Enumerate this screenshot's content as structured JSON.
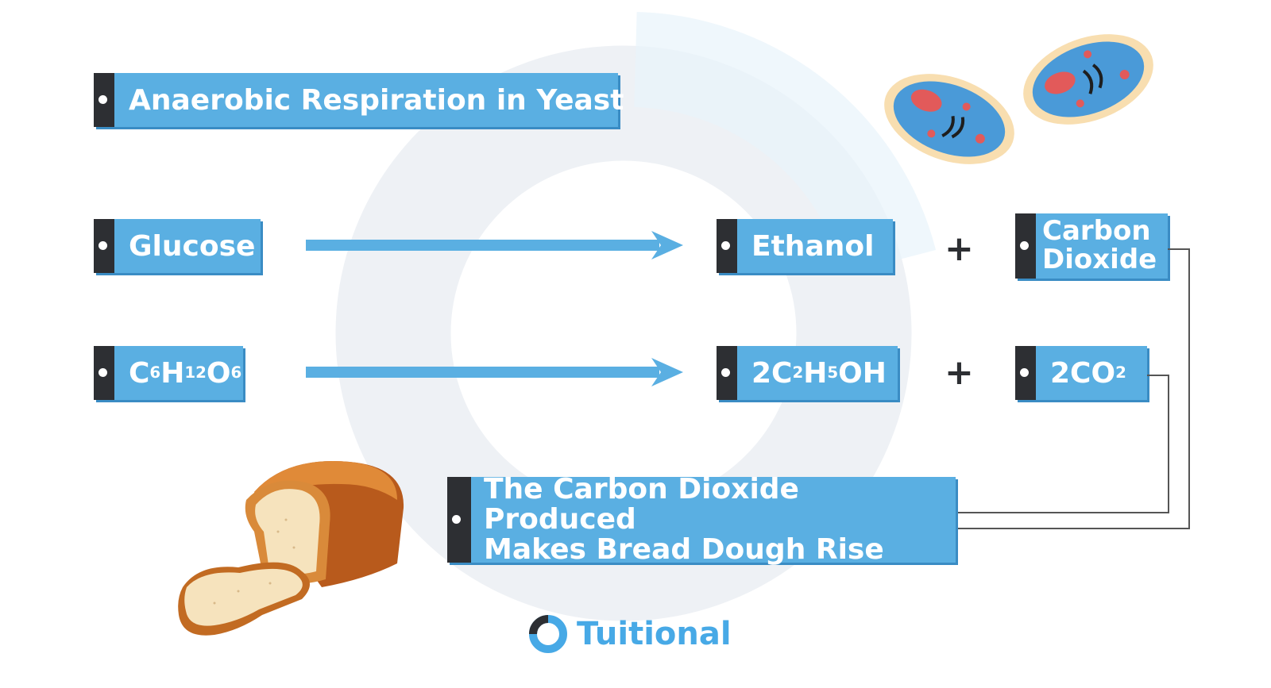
{
  "title": "Anaerobic Respiration in Yeast",
  "word_equation": {
    "reactant": "Glucose",
    "product_1": "Ethanol",
    "plus": "+",
    "product_2_line1": "Carbon",
    "product_2_line2": "Dioxide"
  },
  "chemical_equation": {
    "reactant": {
      "parts": [
        "C",
        "6",
        "H",
        "12",
        "O",
        "6"
      ]
    },
    "product_1": {
      "parts": [
        "2C",
        "2",
        "H",
        "5",
        "OH"
      ]
    },
    "plus": "+",
    "product_2": {
      "parts": [
        "2CO",
        "2"
      ]
    }
  },
  "note_line1": "The Carbon Dioxide Produced",
  "note_line2": "Makes Bread Dough Rise",
  "logo": "Tuitional",
  "colors": {
    "box": "#5aafe2",
    "tab": "#2d2f33",
    "arrow": "#5aafe2",
    "connector": "#555555"
  },
  "icons": [
    "yeast-cell-icon",
    "bread-loaf-icon",
    "tuitional-logo-icon"
  ]
}
